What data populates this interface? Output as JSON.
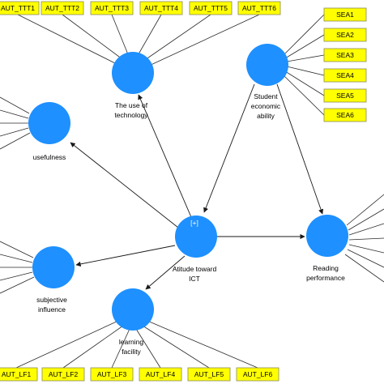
{
  "constructs": {
    "use_of_technology": {
      "label_lines": [
        "The use of",
        "technology"
      ]
    },
    "student_economic_ability": {
      "label_lines": [
        "Student",
        "economic",
        "ability"
      ]
    },
    "usefulness": {
      "label_lines": [
        "usefulness"
      ]
    },
    "attitude_toward_ict": {
      "label_lines": [
        "Atitude toward",
        "ICT"
      ],
      "badge": "[+]"
    },
    "reading_performance": {
      "label_lines": [
        "Reading",
        "performance"
      ]
    },
    "subjective_influence": {
      "label_lines": [
        "subjective",
        "influence"
      ]
    },
    "learning_facility": {
      "label_lines": [
        "learning",
        "facility"
      ]
    }
  },
  "indicators": {
    "top_row": [
      "AUT_TTT1",
      "AUT_TTT2",
      "AUT_TTT3",
      "AUT_TTT4",
      "AUT_TTT5",
      "AUT_TTT6"
    ],
    "right_column": [
      "SEA1",
      "SEA2",
      "SEA3",
      "SEA4",
      "SEA5",
      "SEA6"
    ],
    "bottom_row": [
      "AUT_LF1",
      "AUT_LF2",
      "AUT_LF3",
      "AUT_LF4",
      "AUT_LF5",
      "AUT_LF6"
    ]
  },
  "colors": {
    "construct_fill": "#1e90ff",
    "indicator_fill": "#ffff00",
    "line": "#2a2a2a"
  }
}
